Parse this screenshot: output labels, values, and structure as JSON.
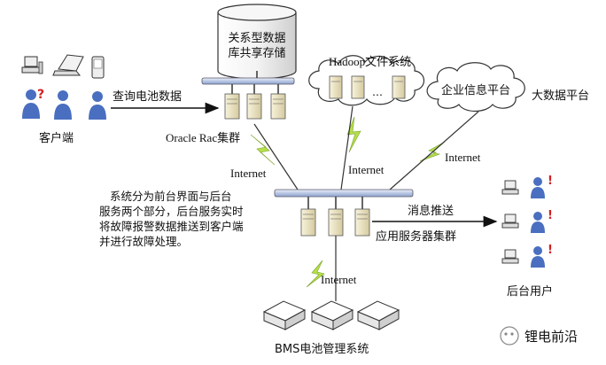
{
  "labels": {
    "database": [
      "关系型数据",
      "库共享存储"
    ],
    "hadoop": "Hadoop文件系统",
    "enterprise": "企业信息平台",
    "bigdata": "大数据平台",
    "query": "查询电池数据",
    "client": "客户端",
    "oracle": "Oracle Rac集群",
    "internet": "Internet",
    "ellipsis": "…",
    "description": [
      "系统分为前台界面与后台",
      "服务两个部分，后台服务实时",
      "将故障报警数据推送到客户端",
      "并进行故障处理。"
    ],
    "push": "消息推送",
    "app_cluster": "应用服务器集群",
    "backend_users": "后台用户",
    "bms": "BMS电池管理系统",
    "watermark": "锂电前沿",
    "alert_mark": "!",
    "question_mark": "?"
  },
  "colors": {
    "line": "#222222",
    "bus_fill": "#c7d3ea",
    "lightning": "#b6e04a",
    "person": "#4a6fc0",
    "alert": "#d42020",
    "server_fill": "#ece5c8",
    "box_fill": "#f4f4f4"
  }
}
